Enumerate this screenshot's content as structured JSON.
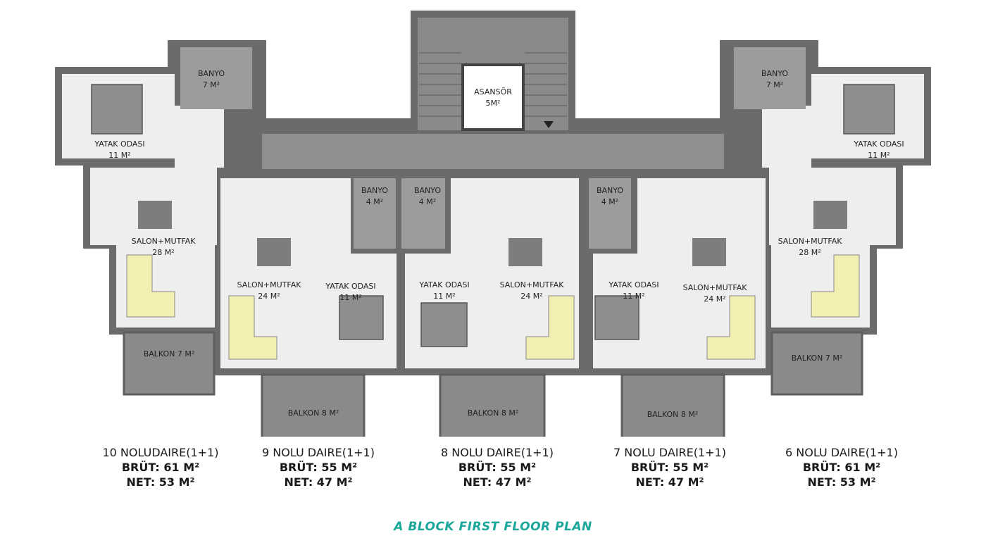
{
  "colors": {
    "wall": "#6b6b6b",
    "floor": "#eeeeee",
    "corridor": "#8f8f8f",
    "balcony": "#8a8a8a",
    "sofa": "#f2efb2",
    "stone": "#7d7d7d",
    "title": "#1aa79a"
  },
  "rooms": {
    "asansor": "ASANSÖR",
    "asansor_area": "5M²",
    "banyo": "BANYO",
    "area_7": "7 M²",
    "area_4": "4 M²",
    "yatak": "YATAK ODASI",
    "area_11": "11 M²",
    "salon": "SALON+MUTFAK",
    "area_28": "28 M²",
    "area_24": "24 M²",
    "balkon7": "BALKON 7 M²",
    "balkon8": "BALKON 8 M²"
  },
  "units": [
    {
      "name": "10 NOLUDAIRE(1+1)",
      "brut": "BRÜT: 61 M²",
      "net": "NET: 53 M²"
    },
    {
      "name": "9 NOLU DAIRE(1+1)",
      "brut": "BRÜT: 55 M²",
      "net": "NET: 47 M²"
    },
    {
      "name": "8 NOLU DAIRE(1+1)",
      "brut": "BRÜT: 55 M²",
      "net": "NET: 47 M²"
    },
    {
      "name": "7 NOLU DAIRE(1+1)",
      "brut": "BRÜT: 55 M²",
      "net": "NET: 47 M²"
    },
    {
      "name": "6 NOLU DAIRE(1+1)",
      "brut": "BRÜT: 61 M²",
      "net": "NET: 53 M²"
    }
  ],
  "title": "A BLOCK FIRST FLOOR PLAN"
}
